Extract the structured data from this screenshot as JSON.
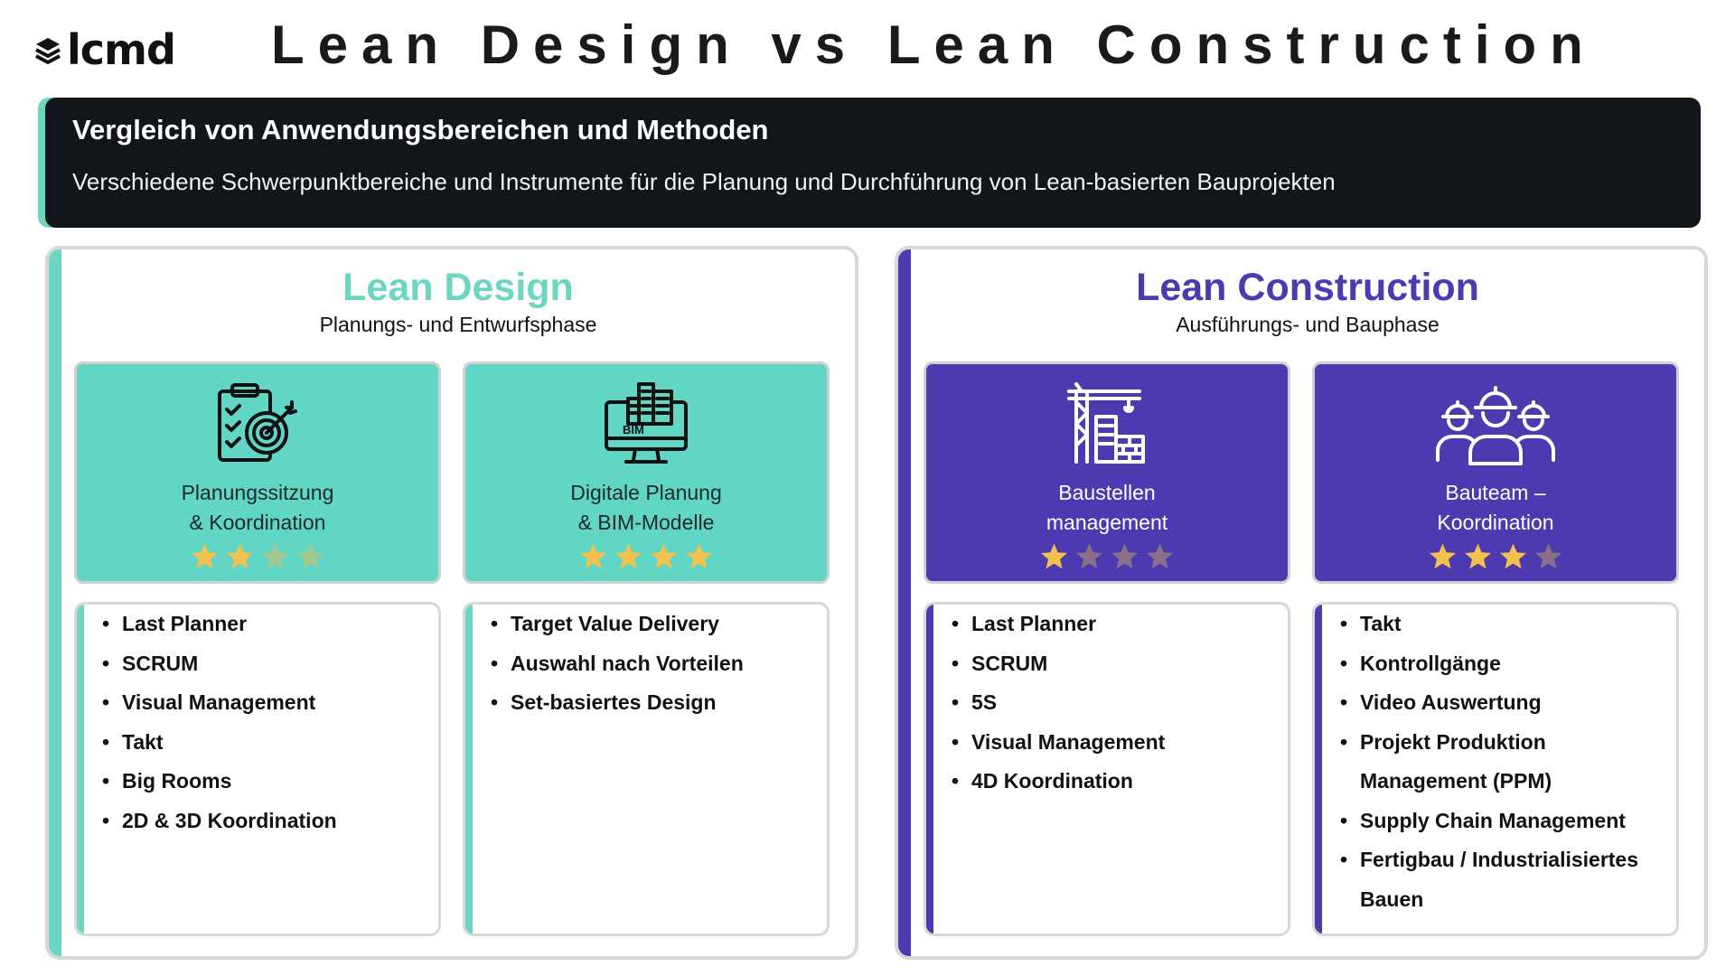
{
  "logo": {
    "text": "lcmd",
    "icon": "layers-icon"
  },
  "title": "Lean Design vs Lean Construction",
  "banner": {
    "title": "Vergleich von Anwendungsbereichen und Methoden",
    "subtitle": "Verschiedene Schwerpunktbereiche und Instrumente für die Planung und Durchführung von Lean-basierten Bauprojekten"
  },
  "colors": {
    "teal": "#62d6c4",
    "purple": "#4e3ab0",
    "dark": "#12151a",
    "star_on": "#f2c14e",
    "star_off_teal": "#a8c98e",
    "star_off_purple": "#8a6f87"
  },
  "design": {
    "title": "Lean Design",
    "subtitle": "Planungs- und Entwurfsphase",
    "cards": [
      {
        "icon": "clipboard-target-icon",
        "line1": "Planungssitzung",
        "line2": "& Koordination",
        "rating": 2,
        "max": 4
      },
      {
        "icon": "bim-monitor-icon",
        "line1": "Digitale Planung",
        "line2": "& BIM-Modelle",
        "rating": 4,
        "max": 4
      }
    ],
    "lists": [
      [
        "Last Planner",
        "SCRUM",
        "Visual Management",
        "Takt",
        "Big Rooms",
        "2D & 3D Koordination"
      ],
      [
        "Target Value Delivery",
        "Auswahl nach Vorteilen",
        "Set-basiertes Design"
      ]
    ]
  },
  "construction": {
    "title": "Lean Construction",
    "subtitle": "Ausführungs- und Bauphase",
    "cards": [
      {
        "icon": "crane-building-icon",
        "line1": "Baustellen",
        "line2": "management",
        "rating": 1,
        "max": 4
      },
      {
        "icon": "workers-team-icon",
        "line1": "Bauteam –",
        "line2": "Koordination",
        "rating": 3,
        "max": 4
      }
    ],
    "lists": [
      [
        "Last Planner",
        "SCRUM",
        "5S",
        "Visual Management",
        "4D Koordination"
      ],
      [
        "Takt",
        "Kontrollgänge",
        "Video Auswertung",
        "Projekt Produktion",
        "Management (PPM)",
        "Supply Chain Management",
        "Fertigbau / Industrialisiertes",
        "Bauen"
      ]
    ],
    "list_continuations": [
      4,
      7
    ]
  }
}
